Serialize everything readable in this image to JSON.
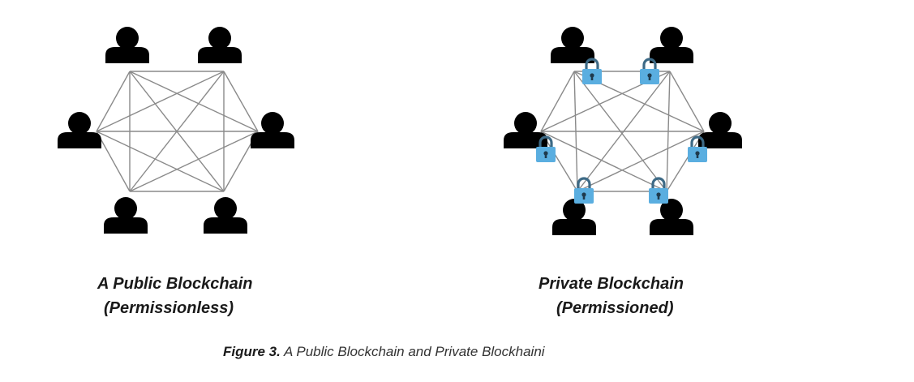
{
  "public_network": {
    "title": "A Public Blockchain",
    "subtitle": "(Permissionless)",
    "node_count": 6
  },
  "private_network": {
    "title": "Private Blockchain",
    "subtitle": "(Permissioned)",
    "node_count": 6,
    "lock_count": 6
  },
  "caption": {
    "label": "Figure 3.",
    "text": "A Public Blockchain and Private Blockhaini"
  },
  "colors": {
    "person": "#000000",
    "edge": "#8a8a8a",
    "lock_body": "#5aaee0",
    "lock_shackle": "#3d6a86",
    "keyhole": "#1f3a4d"
  },
  "icons": {
    "node": "person-icon",
    "lock": "padlock-icon"
  }
}
